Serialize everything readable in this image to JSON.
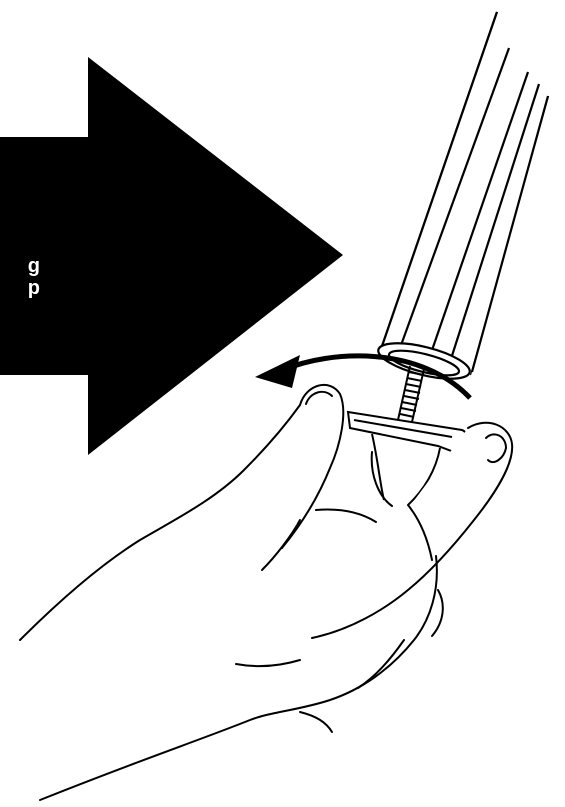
{
  "diagram": {
    "arrow_text_lines": [
      "g",
      "p"
    ],
    "colors": {
      "arrow_fill": "#000000",
      "line": "#000000",
      "background": "#ffffff",
      "text": "#ffffff"
    },
    "icons": [
      "large-right-arrow",
      "rotation-arrow",
      "hand",
      "pole",
      "threaded-bolt",
      "bracket"
    ]
  }
}
